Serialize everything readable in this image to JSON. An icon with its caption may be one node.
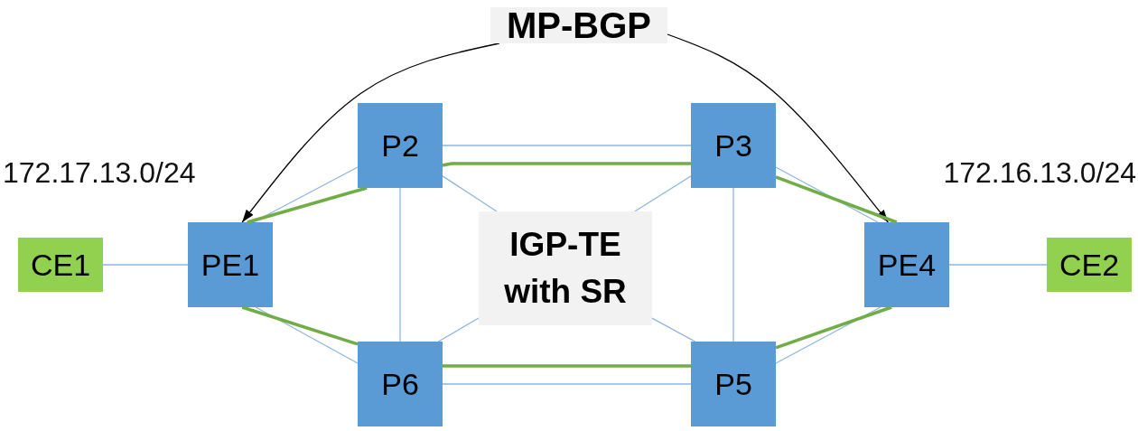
{
  "diagram": {
    "nodes": [
      {
        "text": [
          "MP-BGP"
        ]
      },
      {
        "text": [
          "P2"
        ]
      },
      {
        "text": [
          "P3"
        ]
      },
      {
        "text": [
          "CE1"
        ]
      },
      {
        "text": [
          "PE1"
        ]
      },
      {
        "text": [
          "IGP-TE with SR"
        ]
      },
      {
        "text": [
          "PE4"
        ]
      },
      {
        "text": [
          "CE2"
        ]
      },
      {
        "text": [
          "P6"
        ]
      },
      {
        "text": [
          "P5"
        ]
      }
    ],
    "edges": [
      {
        "from": 3,
        "to": 4,
        "arrow": "none"
      },
      {
        "from": 4,
        "to": 1,
        "arrow": "none"
      },
      {
        "from": 4,
        "to": 8,
        "arrow": "none"
      },
      {
        "from": 1,
        "to": 2,
        "arrow": "none"
      },
      {
        "from": 1,
        "to": 8,
        "arrow": "none"
      },
      {
        "from": 1,
        "to": 5,
        "arrow": "none"
      },
      {
        "from": 2,
        "to": 5,
        "arrow": "none"
      },
      {
        "from": 2,
        "to": 9,
        "arrow": "none"
      },
      {
        "from": 8,
        "to": 5,
        "arrow": "none"
      },
      {
        "from": 9,
        "to": 5,
        "arrow": "none"
      },
      {
        "from": 8,
        "to": 9,
        "arrow": "none"
      },
      {
        "from": 2,
        "to": 6,
        "arrow": "none"
      },
      {
        "from": 9,
        "to": 6,
        "arrow": "none"
      },
      {
        "from": 6,
        "to": 7,
        "arrow": "none"
      },
      {
        "from": 4,
        "to": 1,
        "arrow": "none",
        "style": "thick",
        "color": "#70ad47"
      },
      {
        "from": 1,
        "to": 2,
        "arrow": "none",
        "style": "thick",
        "color": "#70ad47"
      },
      {
        "from": 2,
        "to": 6,
        "arrow": "none",
        "style": "thick",
        "color": "#70ad47"
      },
      {
        "from": 4,
        "to": 8,
        "arrow": "none",
        "style": "thick",
        "color": "#70ad47"
      },
      {
        "from": 8,
        "to": 9,
        "arrow": "none",
        "style": "thick",
        "color": "#70ad47"
      },
      {
        "from": 9,
        "to": 6,
        "arrow": "none",
        "style": "thick",
        "color": "#70ad47"
      },
      {
        "from": 0,
        "to": 4,
        "arrow": "to",
        "color": "#000000"
      },
      {
        "from": 0,
        "to": 6,
        "arrow": "to",
        "color": "#000000"
      }
    ],
    "labels": [
      "172.17.13.0/24",
      "172.16.13.0/24"
    ]
  }
}
